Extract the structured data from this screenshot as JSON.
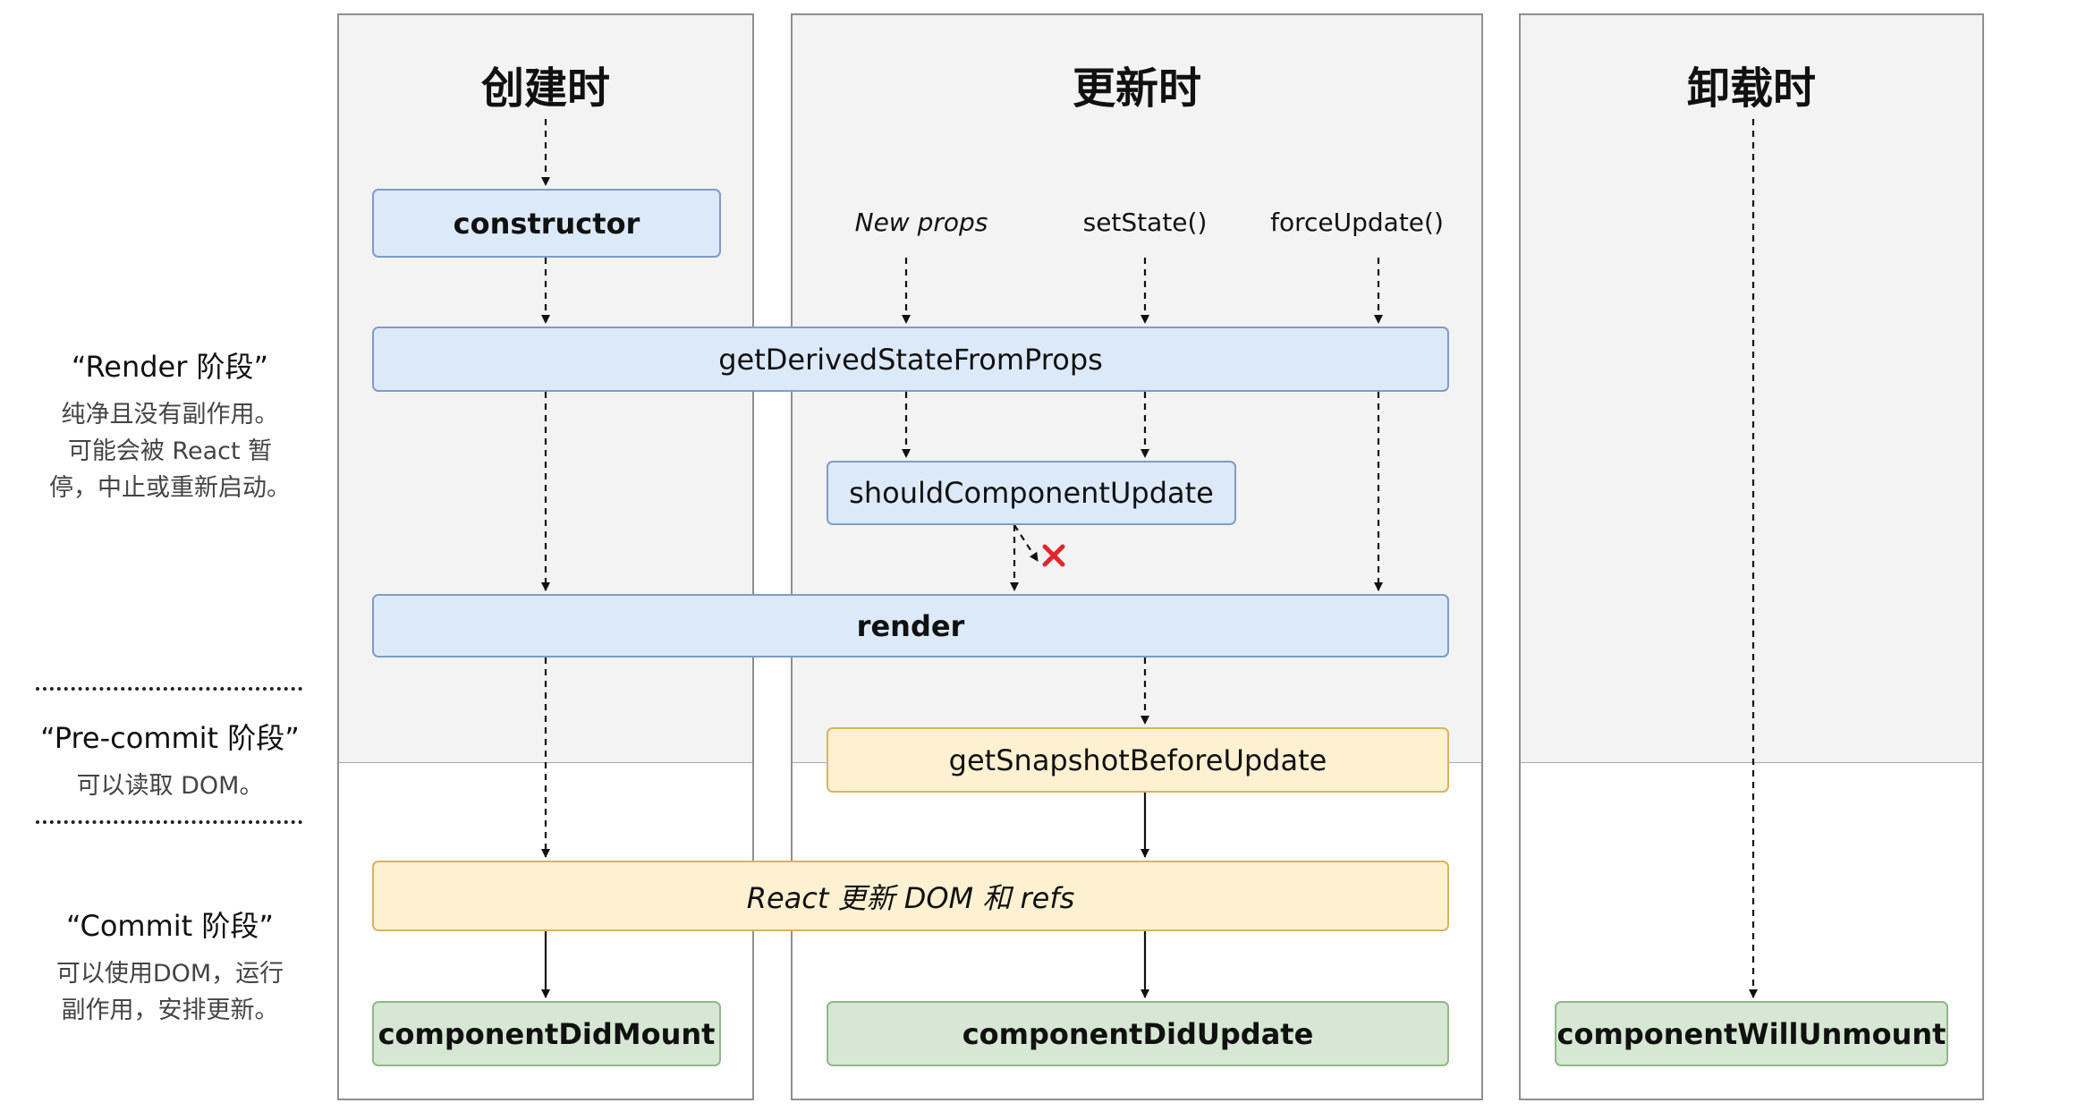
{
  "columns": {
    "mount": "创建时",
    "update": "更新时",
    "unmount": "卸载时"
  },
  "nodes": {
    "constructor": "constructor",
    "gdsfp": "getDerivedStateFromProps",
    "scu": "shouldComponentUpdate",
    "render": "render",
    "gsbu": "getSnapshotBeforeUpdate",
    "react_update": "React 更新 DOM 和 refs",
    "cdm": "componentDidMount",
    "cdu": "componentDidUpdate",
    "cwu": "componentWillUnmount"
  },
  "triggers": {
    "new_props": "New props",
    "set_state": "setState()",
    "force_update": "forceUpdate()"
  },
  "phases": {
    "render": {
      "title": "“Render 阶段”",
      "desc": [
        "纯净且没有副作用。",
        "可能会被 React 暂",
        "停，中止或重新启动。"
      ]
    },
    "precommit": {
      "title": "“Pre-commit 阶段”",
      "desc": [
        "可以读取 DOM。"
      ]
    },
    "commit": {
      "title": "“Commit 阶段”",
      "desc": [
        "可以使用DOM，运行",
        "副作用，安排更新。"
      ]
    }
  },
  "colors": {
    "blue_fill": "#dce9f9",
    "yellow_fill": "#fdf1d2",
    "green_fill": "#d6e7d3",
    "cancel_mark": "#e0262b"
  }
}
